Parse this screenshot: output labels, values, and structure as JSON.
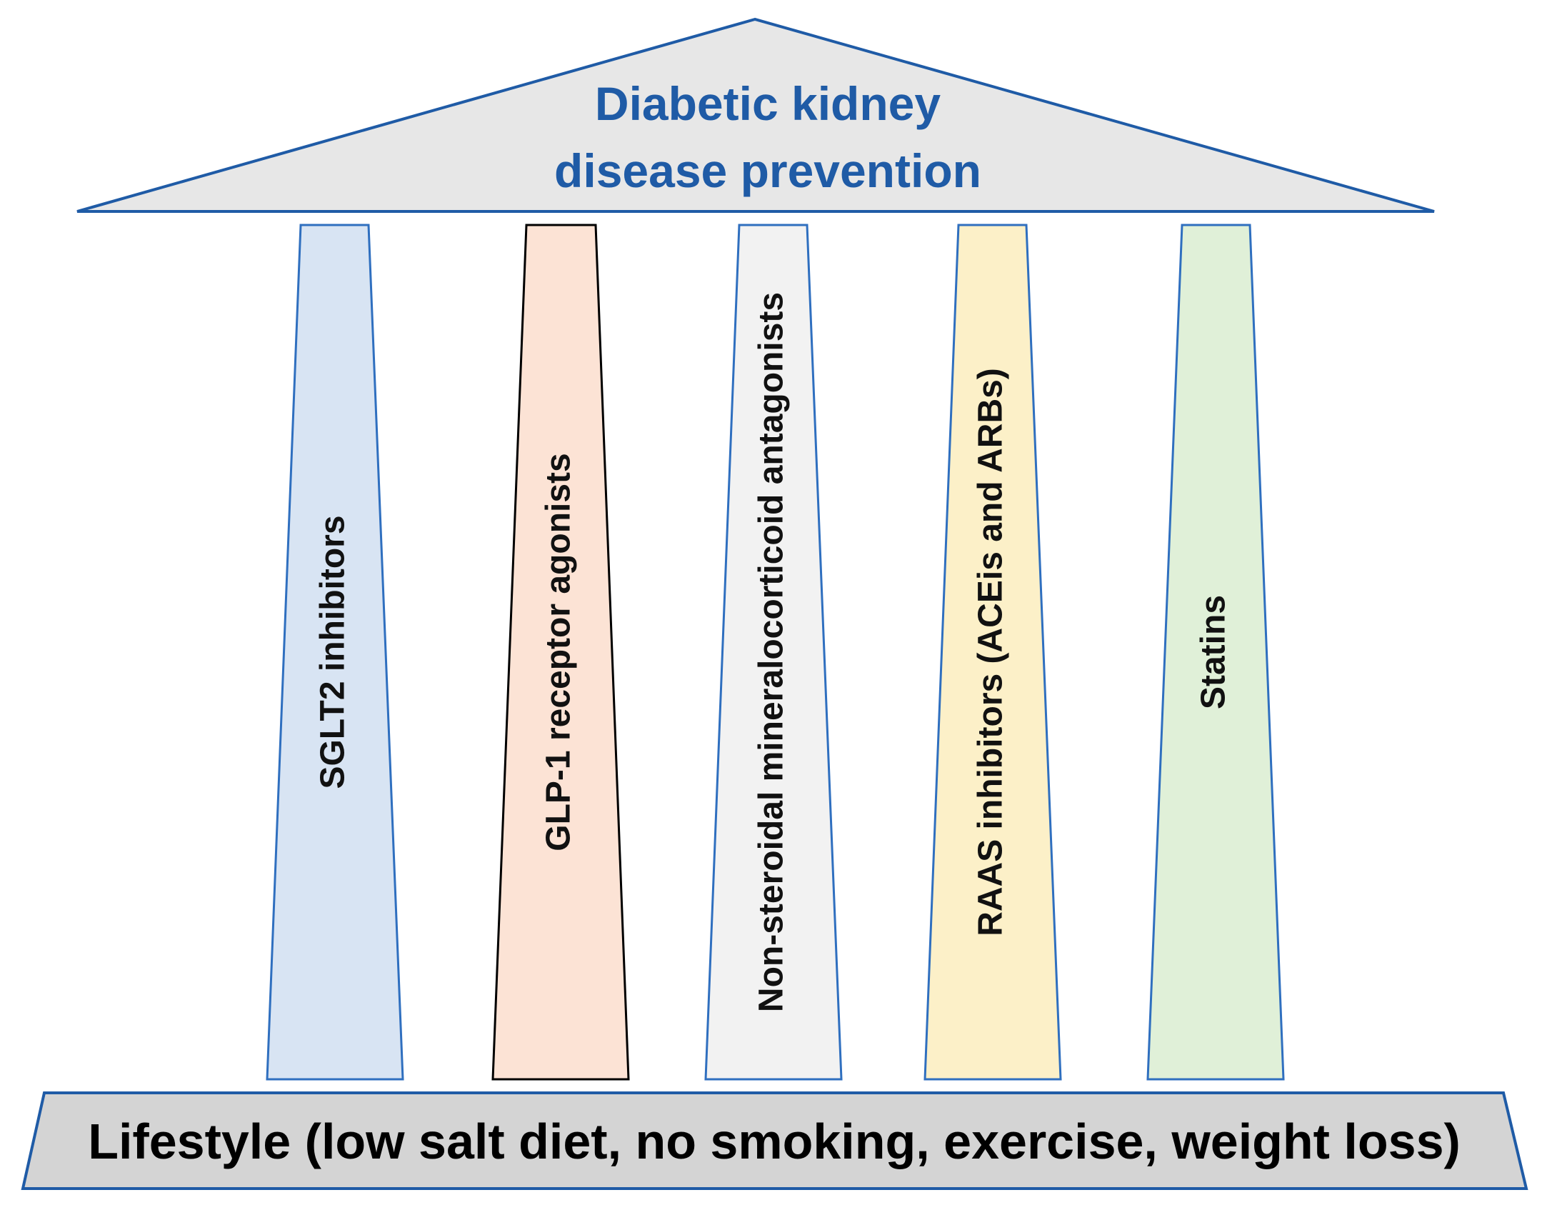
{
  "roof": {
    "title_line1": "Diabetic kidney",
    "title_line2": "disease  prevention",
    "fill": "#e7e7e7",
    "stroke": "#1f5ba6",
    "text_color": "#1f5ba6"
  },
  "pillars": [
    {
      "label": "SGLT2 inhibitors",
      "fill": "#d8e4f3",
      "stroke": "#2f6fbf"
    },
    {
      "label": "GLP-1 receptor agonists",
      "fill": "#fce3d5",
      "stroke": "#000000"
    },
    {
      "label": "Non-steroidal mineralocorticoid antagonists",
      "fill": "#f2f2f2",
      "stroke": "#2f6fbf"
    },
    {
      "label": "RAAS inhibitors (ACEis and ARBs)",
      "fill": "#fcf0c8",
      "stroke": "#2f6fbf"
    },
    {
      "label": "Statins",
      "fill": "#e0f0d8",
      "stroke": "#2f6fbf"
    }
  ],
  "base": {
    "label": "Lifestyle (low salt diet, no smoking, exercise, weight loss)",
    "fill": "#d4d4d4",
    "stroke": "#1f5ba6"
  }
}
